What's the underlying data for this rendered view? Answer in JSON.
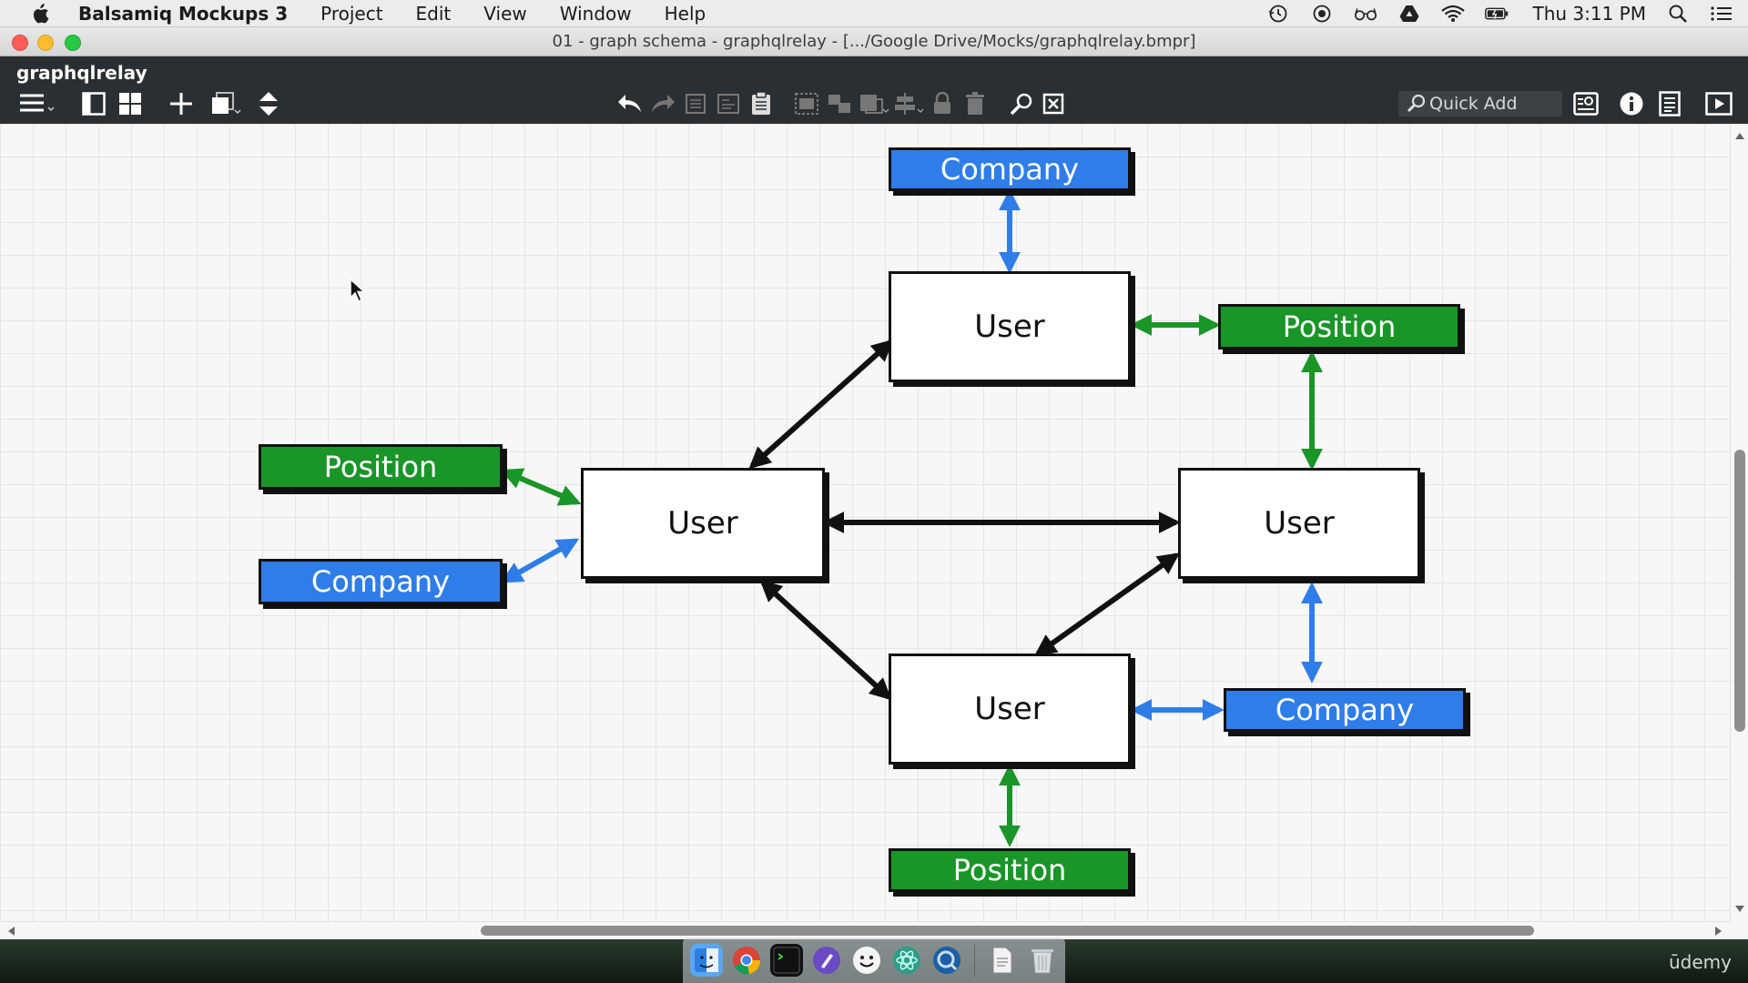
{
  "menubar": {
    "app_name": "Balsamiq Mockups 3",
    "items": [
      "Project",
      "Edit",
      "View",
      "Window",
      "Help"
    ],
    "clock": "Thu 3:11 PM"
  },
  "window": {
    "title": "01 - graph schema - graphqlrelay - [.../Google Drive/Mocks/graphqlrelay.bmpr]"
  },
  "app": {
    "project_name": "graphqlrelay",
    "quick_add_label": "Quick Add"
  },
  "diagram": {
    "nodes": {
      "company_top": "Company",
      "user_top": "User",
      "position_right_top": "Position",
      "position_left": "Position",
      "company_left": "Company",
      "user_left": "User",
      "user_right": "User",
      "user_bottom": "User",
      "company_right_bottom": "Company",
      "position_bottom": "Position"
    },
    "colors": {
      "company": "#2f7de8",
      "position": "#1a9528",
      "user": "#ffffff",
      "link_user": "#111111",
      "link_company": "#2f7de8",
      "link_position": "#1a9528"
    }
  },
  "watermark": "ūdemy"
}
